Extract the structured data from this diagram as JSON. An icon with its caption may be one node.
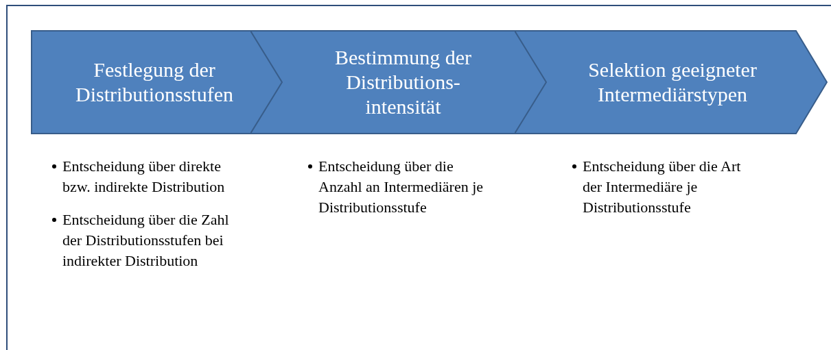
{
  "diagram": {
    "nodes": [
      {
        "text": [
          "Festlegung der Distributionsstufen"
        ],
        "beside": [
          "Entscheidung über direkte bzw. indirekte Distribution",
          "Entscheidung über die Zahl der Distributionsstufen bei indirekter Distribution"
        ]
      },
      {
        "text": [
          "Bestimmung der Distributions-intensität"
        ],
        "beside": [
          "Entscheidung über die Anzahl an Intermediären je Distributionsstufe"
        ]
      },
      {
        "text": [
          "Selektion geeigneter Intermediärstypen"
        ],
        "beside": [
          "Entscheidung über die Art der Intermediäre je Distributionsstufe"
        ]
      }
    ],
    "edges": []
  }
}
